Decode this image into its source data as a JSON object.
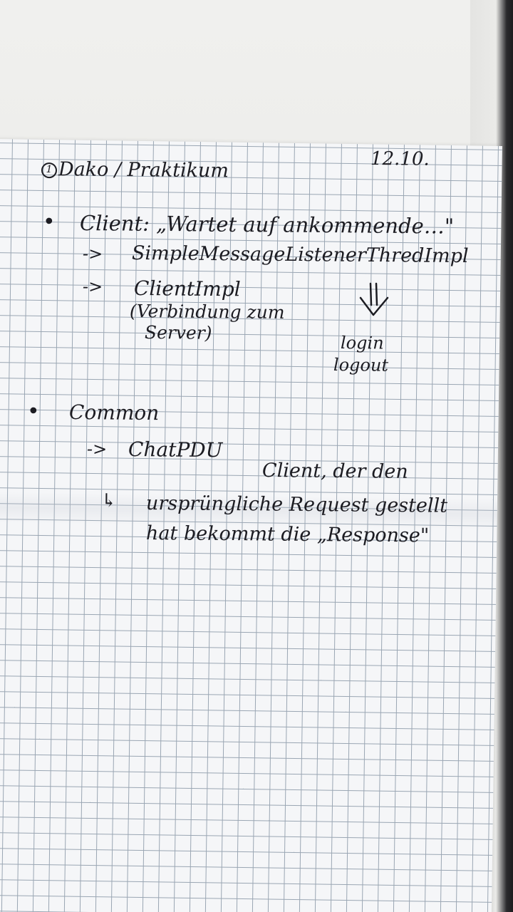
{
  "notes": {
    "title": "Dako / Praktikum",
    "title_marker": "1",
    "date": "12.10.",
    "bullet": "•",
    "client_line": "Client: „Wartet auf ankommende…\"",
    "arrow": "->",
    "simple_line": "SimpleMessageListenerThredImpl",
    "clientimpl_line": "ClientImpl",
    "verbindung_line1": "(Verbindung zum",
    "verbindung_line2": "Server)",
    "login": "login",
    "logout": "logout",
    "common": "Common",
    "chatpdu": "ChatPDU",
    "client_der_den": "Client, der den",
    "corner_arrow": "↳",
    "ursprungliche_line": "ursprüngliche Request gestellt",
    "hat_line": "hat bekommt die „Response\""
  },
  "colors": {
    "ink": "#1c1c22",
    "paper": "#f5f6f8",
    "grid": "#9aa6b3"
  }
}
